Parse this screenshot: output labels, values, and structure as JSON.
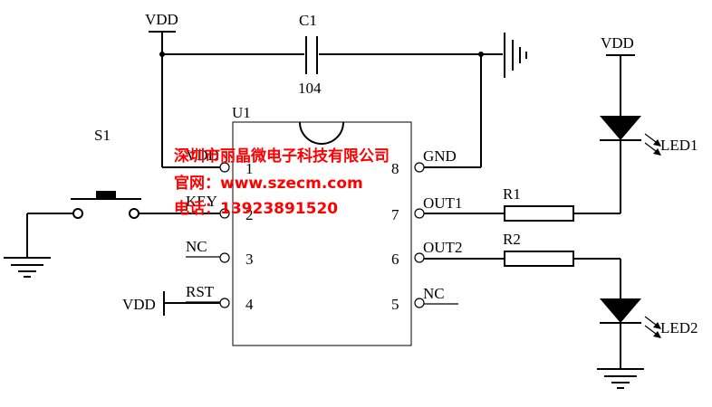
{
  "labels": {
    "vdd_top": "VDD",
    "vdd_led": "VDD",
    "vdd_rst": "VDD",
    "c1_ref": "C1",
    "c1_value": "104",
    "u1_ref": "U1",
    "s1_ref": "S1",
    "r1_ref": "R1",
    "r2_ref": "R2",
    "led1_ref": "LED1",
    "led2_ref": "LED2"
  },
  "ic": {
    "left_pins": [
      {
        "num": "1",
        "name": "VDD"
      },
      {
        "num": "2",
        "name": "KEY"
      },
      {
        "num": "3",
        "name": "NC"
      },
      {
        "num": "4",
        "name": "RST"
      }
    ],
    "right_pins": [
      {
        "num": "8",
        "name": "GND"
      },
      {
        "num": "7",
        "name": "OUT1"
      },
      {
        "num": "6",
        "name": "OUT2"
      },
      {
        "num": "5",
        "name": "NC"
      }
    ]
  },
  "watermark": {
    "company": "深圳市丽晶微电子科技有限公司",
    "website": "官网：www.szecm.com",
    "phone": "电话：13923891520",
    "color": "#ff0000"
  }
}
